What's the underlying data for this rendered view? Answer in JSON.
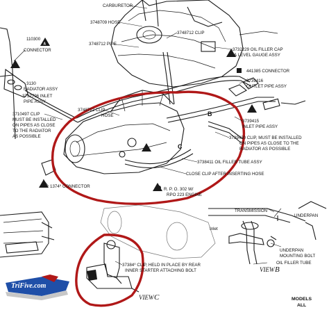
{
  "labels": {
    "carburetor": "CARBURETOR",
    "hose_3748709": "3748709 HOSE",
    "clip_3748712_top": "3748712 CLIP",
    "pipe_3748712": "3748712 PIPE",
    "oil_filler_cap": "3732229 OIL FILLER CAP",
    "level_gauge": "& LEVEL GAUGE ASSY",
    "connector_441385": "441385 CONNECTOR",
    "outlet_3739416": "3739416",
    "outlet_pipe": "OUTLET PIPE ASSY",
    "connector_110300": "110300",
    "connector_110300_b": "CONNECTOR",
    "radiator_3130": "3130",
    "radiator_assy": "RADIATOR ASSY",
    "inlet_3732796": "3732796 INLET",
    "pipe_assy": "PIPE ASSY",
    "clip_3710497": "3710497 CLIP",
    "clip_note_1": "MUST BE INSTALLED",
    "clip_note_2": "ON PIPES AS CLOSE",
    "clip_note_3": "TO THE RADIATOR",
    "clip_note_4": "AS POSSIBLE",
    "clip_3748712_mid": "3748712 CLIP",
    "hose_mid": "HOSE",
    "inlet_3739415": "3739415",
    "inlet_pipe": "INLET PIPE ASSY",
    "clip_3739430": "3739430 CLIP, MUST BE INSTALLED",
    "clip_r_note_1": "ON PIPES AS CLOSE TO THE",
    "clip_r_note_2": "RADIATOR AS POSSIBLE",
    "oil_filler_3738411": "3738411 OIL FILLER TUBE ASSY",
    "close_clip": "CLOSE CLIP AFTER INSERTING HOSE",
    "connector_1374": "1374⁰ CONNECTOR",
    "rpo_1": "R. P. O. 302 W/",
    "rpo_2": "RPO 223 ENGINE",
    "transmission": "TRANSMISSION",
    "underpan": "UNDERPAN",
    "underpan_bolt_1": "UNDERPAN",
    "underpan_bolt_2": "MOUNTING BOLT",
    "oil_filler_tube": "OIL FILLER TUBE",
    "inlet_side": "Inlet",
    "clip_3738_1": "37384⁰ CLIP, HELD IN PLACE BY REAR",
    "clip_3738_2": "INNER STARTER ATTACHING BOLT",
    "view_b": "VIEW",
    "view_b_letter": "B",
    "view_c": "VIEW",
    "view_c_letter": "C",
    "callout_a": "A",
    "callout_b": "B",
    "callout_c": "C",
    "models": "MODELS",
    "models_all": "ALL",
    "logo": "TriFive.com"
  },
  "colors": {
    "ink": "#1a1a1a",
    "highlight": "#b01818",
    "logo_blue": "#1f4fa8"
  }
}
